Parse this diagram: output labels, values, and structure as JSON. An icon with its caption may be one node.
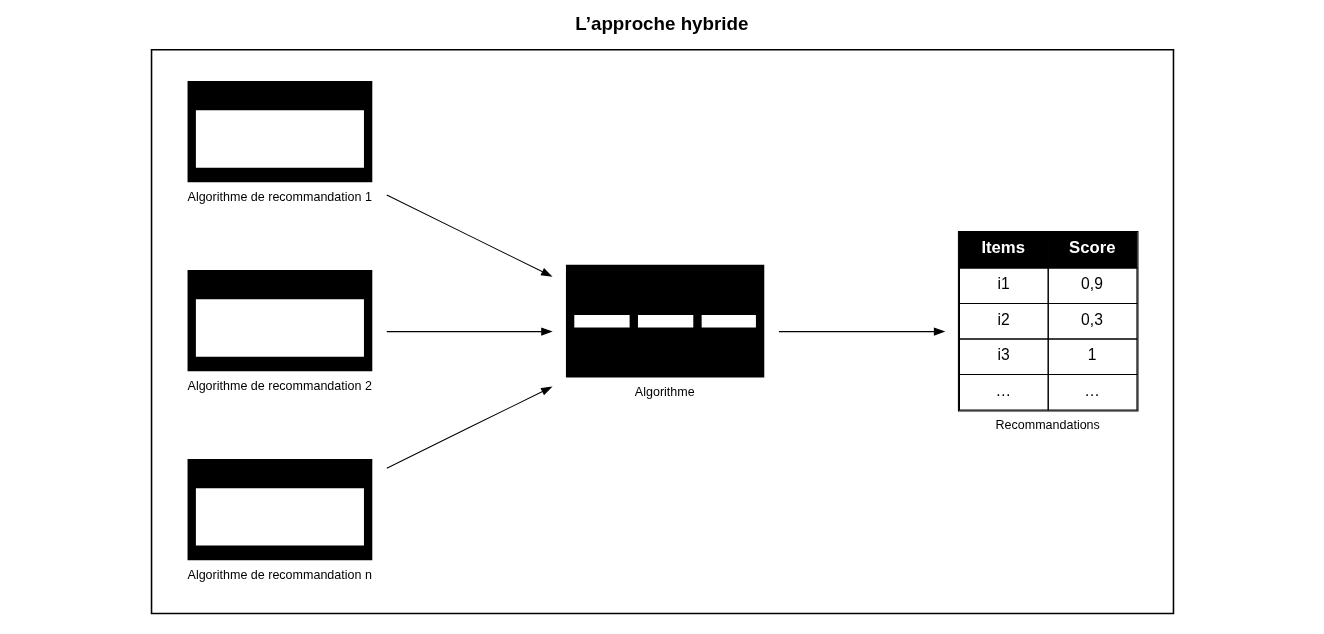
{
  "diagram": {
    "title": "L’approche hybride",
    "nodes": [
      {
        "text": [],
        "shape": "box"
      },
      {
        "text": [
          "Algorithme de recommandation 1"
        ],
        "in": 0
      },
      {
        "text": [
          "Algorithme de recommandation 2"
        ],
        "in": 0
      },
      {
        "text": [
          "Algorithme de recommandation n"
        ],
        "in": 0
      },
      {
        "text": [
          "Algorithme"
        ],
        "in": 0
      },
      {
        "text": [
          "Items",
          "Score",
          "i1",
          "0,9",
          "i2",
          "0,3",
          "i3",
          "1",
          "…",
          "…",
          "Recommandations"
        ],
        "in": 0
      }
    ],
    "edges": [
      {
        "from": 1,
        "to": 4,
        "arrow": "to"
      },
      {
        "from": 2,
        "to": 4,
        "arrow": "to"
      },
      {
        "from": 3,
        "to": 4,
        "arrow": "to"
      },
      {
        "from": 4,
        "to": 5,
        "arrow": "to"
      }
    ]
  }
}
